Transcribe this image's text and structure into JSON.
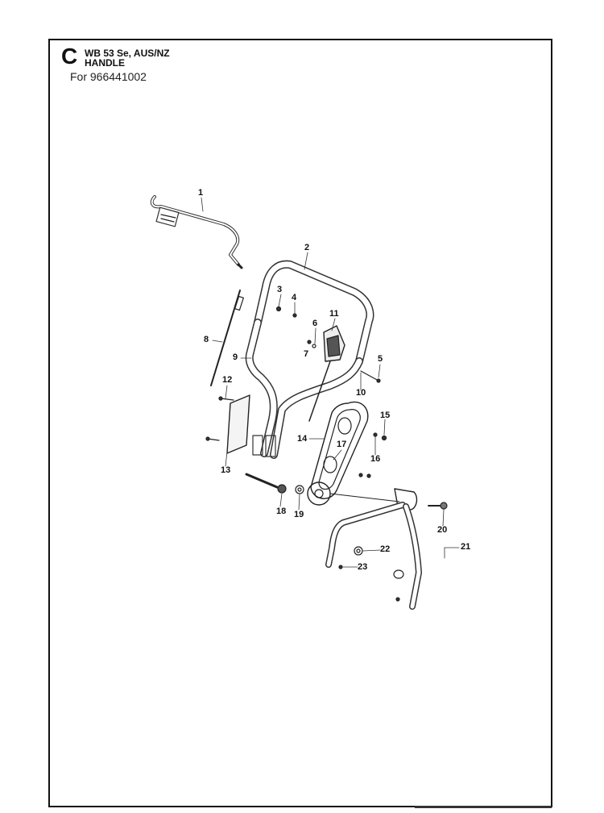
{
  "header": {
    "section_letter": "C",
    "model_line": "WB 53 Se, AUS/NZ",
    "part_group": "HANDLE",
    "for_line": "For 966441002"
  },
  "callouts": [
    "1",
    "2",
    "3",
    "4",
    "5",
    "6",
    "7",
    "8",
    "9",
    "10",
    "11",
    "12",
    "13",
    "14",
    "15",
    "16",
    "17",
    "18",
    "19",
    "20",
    "21",
    "22",
    "23"
  ]
}
